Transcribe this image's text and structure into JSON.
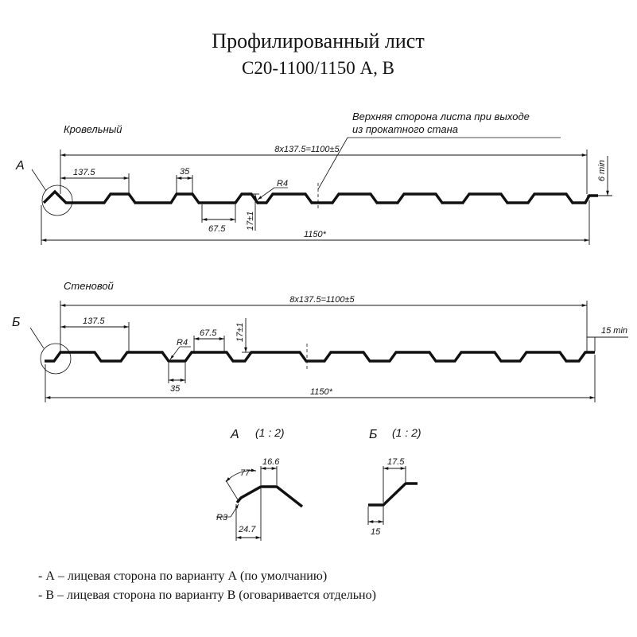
{
  "title": "Профилированный лист",
  "subtitle": "С20-1100/1150 А, В",
  "roof": {
    "label": "Кровельный",
    "detail_marker": "А",
    "callout_line1": "Верхняя сторона листа при выходе",
    "callout_line2": "из прокатного стана",
    "dim_total_pitch": "8x137.5=1100±5",
    "dim_pitch": "137.5",
    "dim_top": "35",
    "dim_radius": "R4",
    "dim_bottom": "67.5",
    "dim_height": "17±1",
    "dim_overall": "1150*",
    "dim_edge": "6 min"
  },
  "wall": {
    "label": "Стеновой",
    "detail_marker": "Б",
    "dim_total_pitch": "8x137.5=1100±5",
    "dim_pitch": "137.5",
    "dim_radius": "R4",
    "dim_top": "67.5",
    "dim_height": "17±1",
    "dim_bottom": "35",
    "dim_overall": "1150*",
    "dim_edge": "15 min"
  },
  "detail_a": {
    "title": "А",
    "scale": "(1 : 2)",
    "angle": "77°",
    "top": "16.6",
    "radius": "R3",
    "bottom": "24.7"
  },
  "detail_b": {
    "title": "Б",
    "scale": "(1 : 2)",
    "top": "17.5",
    "bottom": "15"
  },
  "notes": [
    "- А – лицевая сторона по варианту А (по умолчанию)",
    "- В – лицевая сторона по варианту В (оговаривается отдельно)"
  ]
}
